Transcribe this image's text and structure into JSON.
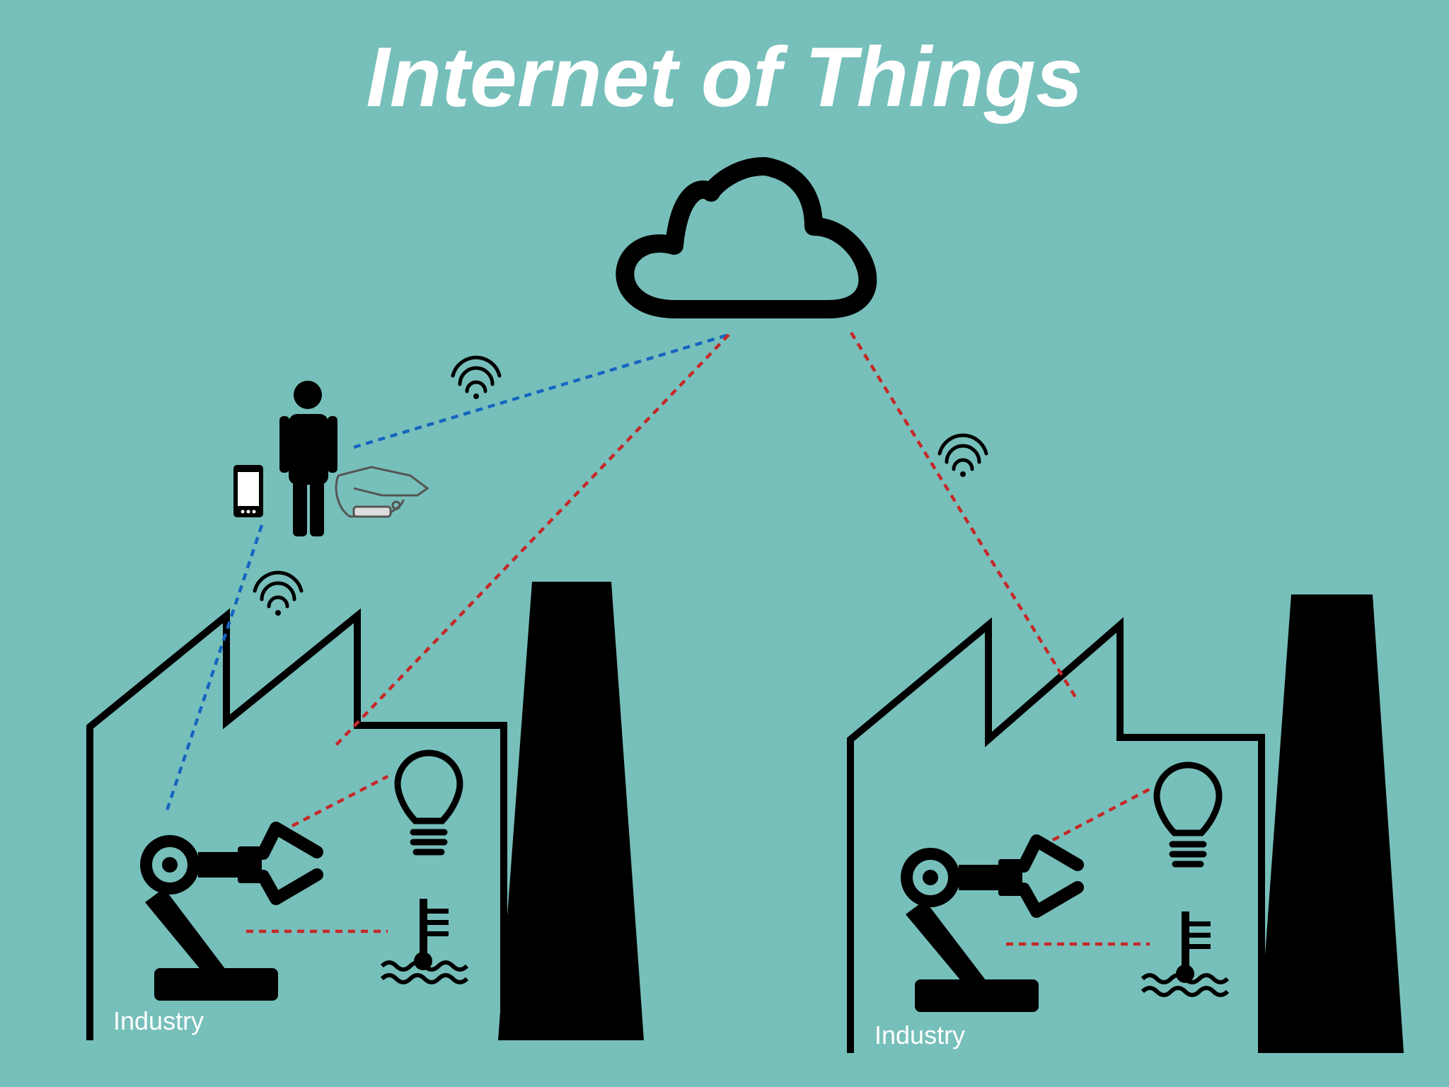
{
  "title": "Internet of Things",
  "colors": {
    "background": "#77bfba",
    "title_text": "#ffffff",
    "icons": "#000000",
    "link_blue": "#1565c0",
    "link_red": "#c62828",
    "label_text": "#ffffff"
  },
  "nodes": {
    "cloud": "cloud-icon",
    "person": "person-icon",
    "phone": "smartphone-icon",
    "glasses": "smart-glasses-icon",
    "wifi": "wifi-icon",
    "factory_left": {
      "label": "Industry",
      "icons": [
        "factory-icon",
        "chimney-icon",
        "robot-arm-icon",
        "light-bulb-icon",
        "water-temperature-icon"
      ]
    },
    "factory_right": {
      "label": "Industry",
      "icons": [
        "factory-icon",
        "chimney-icon",
        "robot-arm-icon",
        "light-bulb-icon",
        "water-temperature-icon"
      ]
    }
  }
}
